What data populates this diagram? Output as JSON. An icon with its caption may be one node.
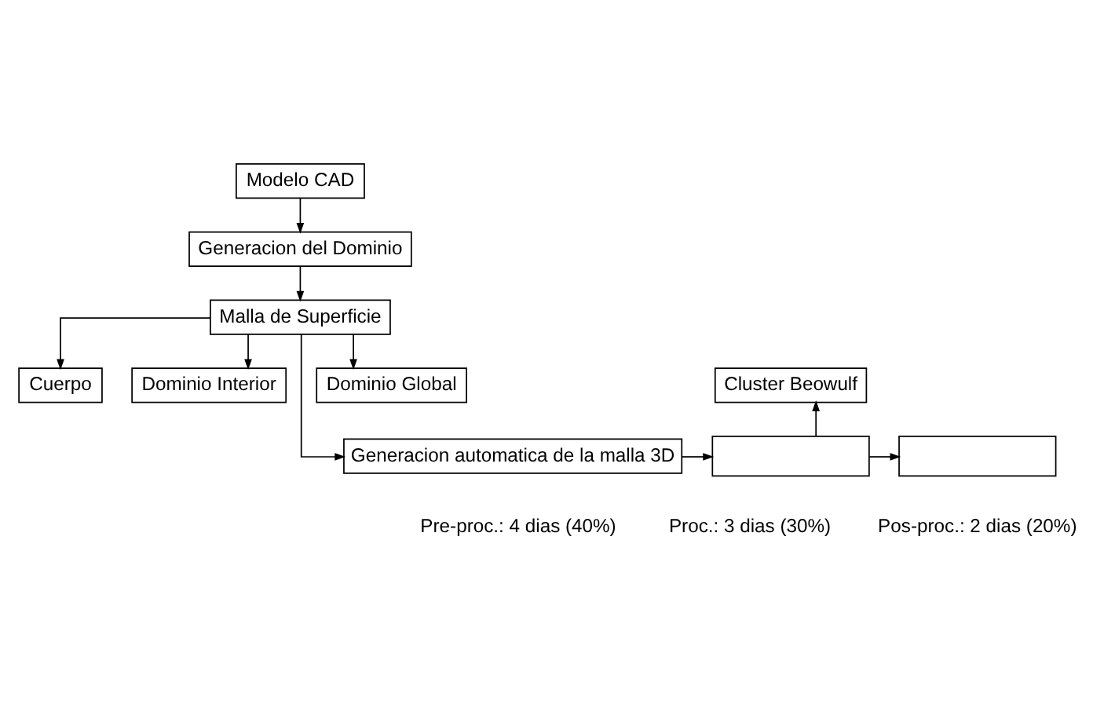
{
  "diagram": {
    "nodes": [
      {
        "text": [
          "Modelo CAD"
        ]
      },
      {
        "text": [
          "Generacion del Dominio"
        ]
      },
      {
        "text": [
          "Malla de Superficie"
        ]
      },
      {
        "text": [
          "Cuerpo"
        ]
      },
      {
        "text": [
          "Dominio Interior"
        ]
      },
      {
        "text": [
          "Dominio Global"
        ]
      },
      {
        "text": [
          "Generacion automatica de la malla 3D"
        ]
      },
      {
        "text": [
          "Cluster Beowulf"
        ]
      },
      {
        "text": [],
        "shape": "box"
      },
      {
        "text": [],
        "shape": "box"
      }
    ],
    "edges": [
      {
        "from": 0,
        "to": 1,
        "arrow": "to"
      },
      {
        "from": 1,
        "to": 2,
        "arrow": "to"
      },
      {
        "from": 2,
        "to": 3,
        "arrow": "to"
      },
      {
        "from": 2,
        "to": 4,
        "arrow": "to"
      },
      {
        "from": 2,
        "to": 5,
        "arrow": "to"
      },
      {
        "from": 2,
        "to": 6,
        "arrow": "to"
      },
      {
        "from": 6,
        "to": 8,
        "arrow": "to"
      },
      {
        "from": 8,
        "to": 7,
        "arrow": "to"
      },
      {
        "from": 8,
        "to": 9,
        "arrow": "to"
      }
    ],
    "labels": [
      "Pre-proc.: 4 dias (40%)",
      "Proc.: 3 dias (30%)",
      "Pos-proc.: 2 dias (20%)"
    ]
  }
}
